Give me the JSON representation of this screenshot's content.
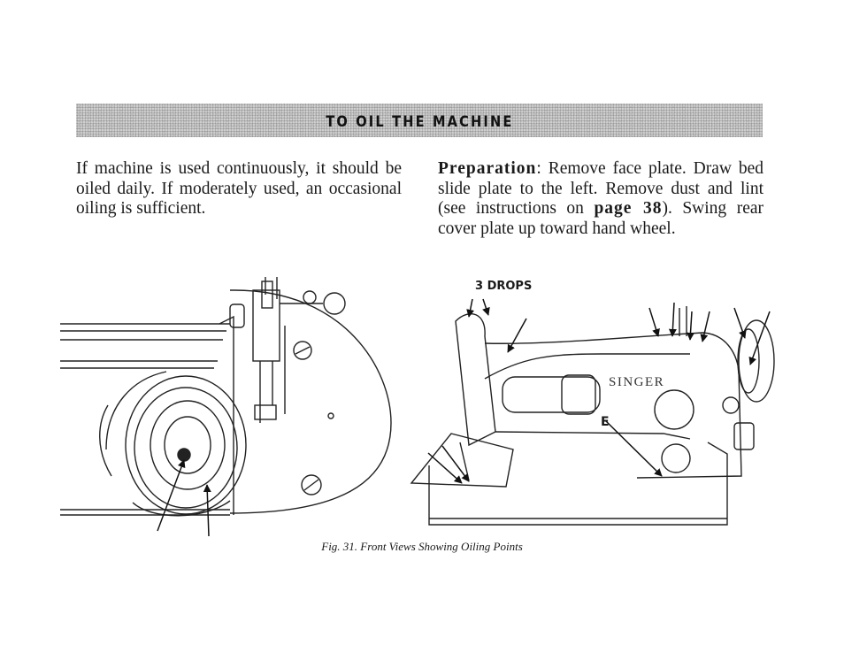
{
  "header": {
    "title": "TO OIL THE MACHINE"
  },
  "left_paragraph": "If machine is used continuously, it should be oiled daily. If moderately used, an occasional oiling is sufficient.",
  "right_paragraph": {
    "label": "Preparation",
    "text_1": ": Remove face plate. Draw bed slide plate to the left. Remove dust and lint (see instructions on ",
    "page_ref": "page 38",
    "text_2": "). Swing rear cover plate up toward hand wheel."
  },
  "figure": {
    "drops_label": "3 DROPS",
    "point_label": "E",
    "brand": "SINGER",
    "caption": "Fig. 31. Front Views Showing Oiling Points"
  }
}
